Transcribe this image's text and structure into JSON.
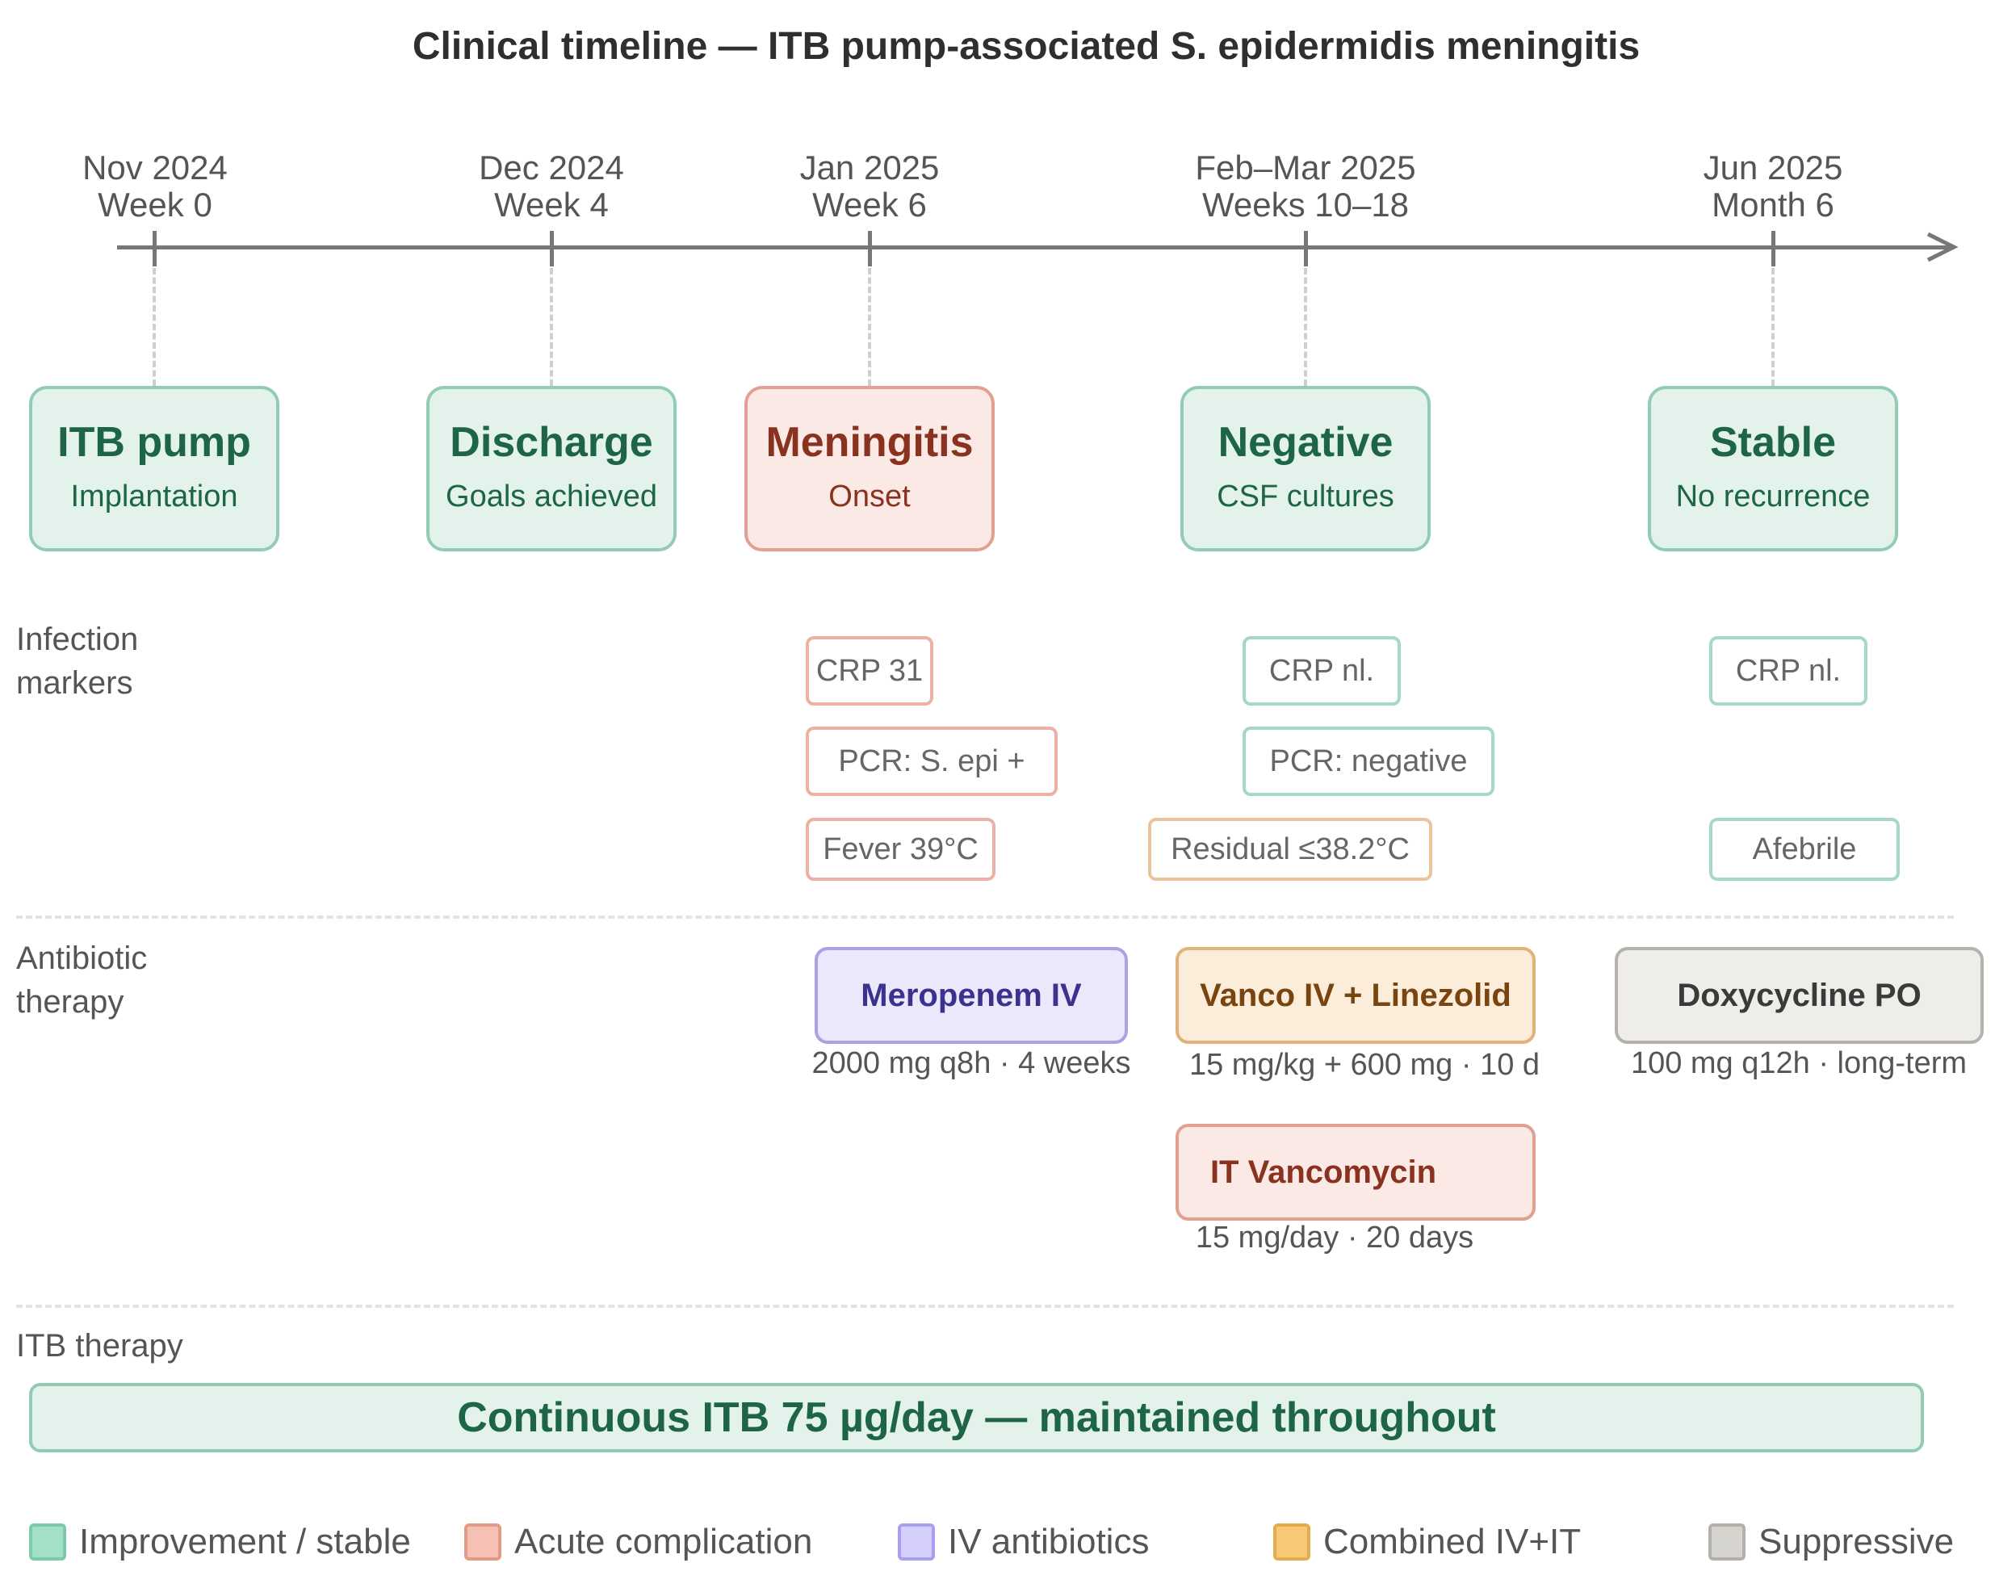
{
  "title": "Clinical timeline — ITB pump-associated S. epidermidis meningitis",
  "timeline": {
    "ticks": [
      {
        "date": "Nov 2024",
        "label": "Week 0"
      },
      {
        "date": "Dec 2024",
        "label": "Week 4"
      },
      {
        "date": "Jan 2025",
        "label": "Week 6"
      },
      {
        "date": "Feb–Mar 2025",
        "label": "Weeks 10–18"
      },
      {
        "date": "Jun 2025",
        "label": "Month 6"
      }
    ]
  },
  "milestones": [
    {
      "title": "ITB pump",
      "subtitle": "Implantation",
      "category": "improvement"
    },
    {
      "title": "Discharge",
      "subtitle": "Goals achieved",
      "category": "improvement"
    },
    {
      "title": "Meningitis",
      "subtitle": "Onset",
      "category": "acute"
    },
    {
      "title": "Negative",
      "subtitle": "CSF cultures",
      "category": "improvement"
    },
    {
      "title": "Stable",
      "subtitle": "No recurrence",
      "category": "improvement"
    }
  ],
  "infection_markers": {
    "label_line1": "Infection",
    "label_line2": "markers",
    "onset": {
      "crp": "CRP 31",
      "pcr": "PCR: S. epi +",
      "fever": "Fever 39°C"
    },
    "negative": {
      "crp": "CRP nl.",
      "pcr": "PCR: negative",
      "fever": "Residual ≤38.2°C"
    },
    "stable": {
      "crp": "CRP nl.",
      "fever": "Afebrile"
    }
  },
  "antibiotic_therapy": {
    "label_line1": "Antibiotic",
    "label_line2": "therapy",
    "meropenem": {
      "name": "Meropenem IV",
      "dose": "2000 mg q8h · 4 weeks"
    },
    "vanco_linezolid": {
      "name": "Vanco IV + Linezolid",
      "dose": "15 mg/kg + 600 mg · 10 d"
    },
    "doxycycline": {
      "name": "Doxycycline PO",
      "dose": "100 mg q12h · long-term"
    },
    "it_vancomycin": {
      "name": "IT Vancomycin",
      "dose": "15 mg/day · 20 days"
    }
  },
  "itb_therapy": {
    "label": "ITB therapy",
    "bar": "Continuous ITB 75 µg/day — maintained throughout"
  },
  "legend": [
    {
      "label": "Improvement / stable",
      "fill": "#a4e0c8",
      "border": "#7ccaa9"
    },
    {
      "label": "Acute complication",
      "fill": "#f4c1b4",
      "border": "#e39a87"
    },
    {
      "label": "IV antibiotics",
      "fill": "#d4cffb",
      "border": "#a79ff0"
    },
    {
      "label": "Combined IV+IT",
      "fill": "#f7c876",
      "border": "#e5ab4d"
    },
    {
      "label": "Suppressive",
      "fill": "#d6d4cf",
      "border": "#b3b0a9"
    }
  ],
  "colors": {
    "improvement": "#1d6448",
    "acute": "#8a3220",
    "iv_antibiotics": "#3b318e",
    "combined": "#7a4410",
    "suppressive": "#3a3a3a"
  }
}
